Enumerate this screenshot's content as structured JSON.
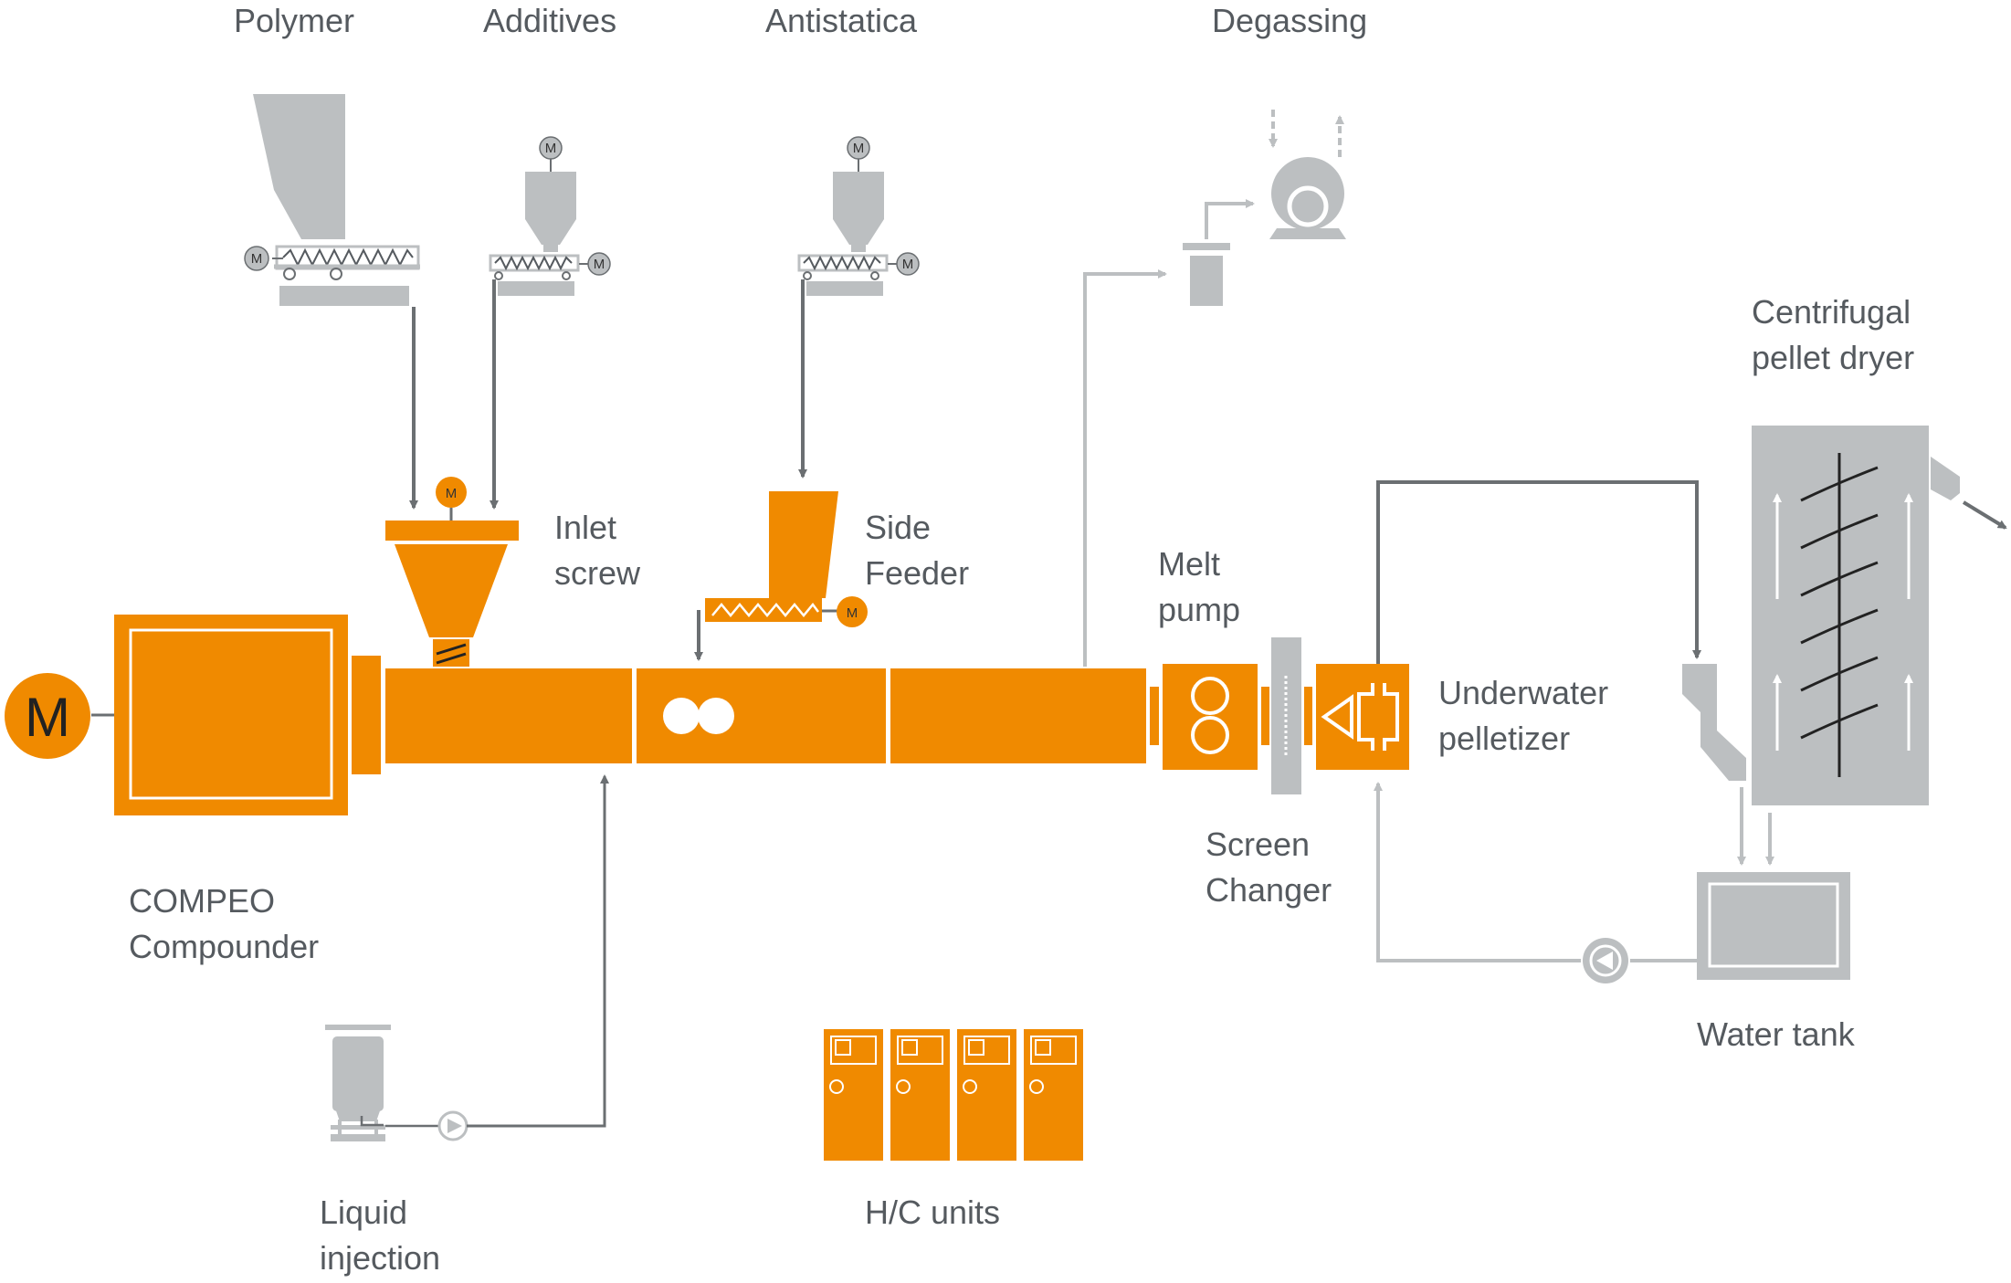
{
  "colors": {
    "orange": "#f08a00",
    "grey": "#bcbfc1",
    "dark_line": "#6b6f72",
    "light_line": "#bcbfc1",
    "text": "#555a5f"
  },
  "labels": {
    "polymer": "Polymer",
    "additives": "Additives",
    "antistatica": "Antistatica",
    "degassing": "Degassing",
    "centrifugal_1": "Centrifugal",
    "centrifugal_2": "pellet dryer",
    "inlet_1": "Inlet",
    "inlet_2": "screw",
    "side_1": "Side",
    "side_2": "Feeder",
    "melt_1": "Melt",
    "melt_2": "pump",
    "underwater_1": "Underwater",
    "underwater_2": "pelletizer",
    "screen_1": "Screen",
    "screen_2": "Changer",
    "compeo_1": "COMPEO",
    "compeo_2": "Compounder",
    "water_tank": "Water tank",
    "liquid_1": "Liquid",
    "liquid_2": "injection",
    "hc_units": "H/C units"
  },
  "motor_letter": "M",
  "icons": [
    "motor-icon",
    "pump-icon",
    "screw-icon",
    "arrow-icon"
  ]
}
